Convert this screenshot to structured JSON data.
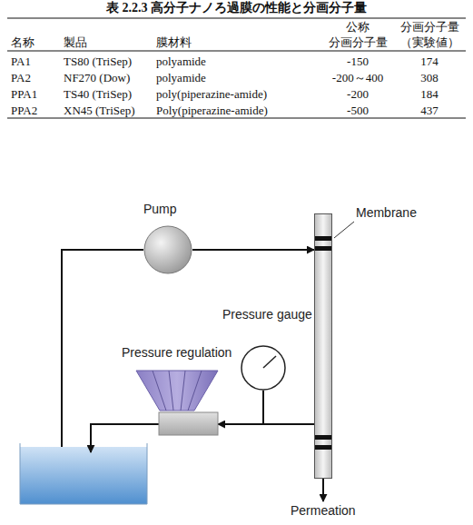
{
  "diagram": {
    "title": "表 2.2.3 高分子ナノろ過膜の性能と分画分子量",
    "nodes": [
      {
        "text": [
          "Pump"
        ]
      },
      {
        "text": [
          "Pressure gauge"
        ]
      },
      {
        "text": [
          "Pressure regulation"
        ]
      },
      {
        "text": [
          "Membrane"
        ]
      }
    ],
    "edges": [
      {
        "from": 0,
        "to": 3,
        "arrow": "to"
      },
      {
        "from": 3,
        "to": 2,
        "arrow": "to"
      },
      {
        "from": 1,
        "to": 3,
        "arrow": "none"
      }
    ],
    "labels": [
      "名称",
      "製品",
      "膜材料",
      "公称 分画分子量",
      "分画分子量 （実験値）",
      "PA1",
      "TS80 (TriSep)",
      "polyamide",
      "-150",
      "174",
      "PA2",
      "NF270 (Dow)",
      "polyamide",
      "-200～400",
      "308",
      "PPA1",
      "TS40 (TriSep)",
      "poly(piperazine-amide)",
      "-200",
      "184",
      "PPA2",
      "XN45 (TriSep)",
      "Poly(piperazine-amide)",
      "-500",
      "437",
      "Permeation"
    ]
  }
}
